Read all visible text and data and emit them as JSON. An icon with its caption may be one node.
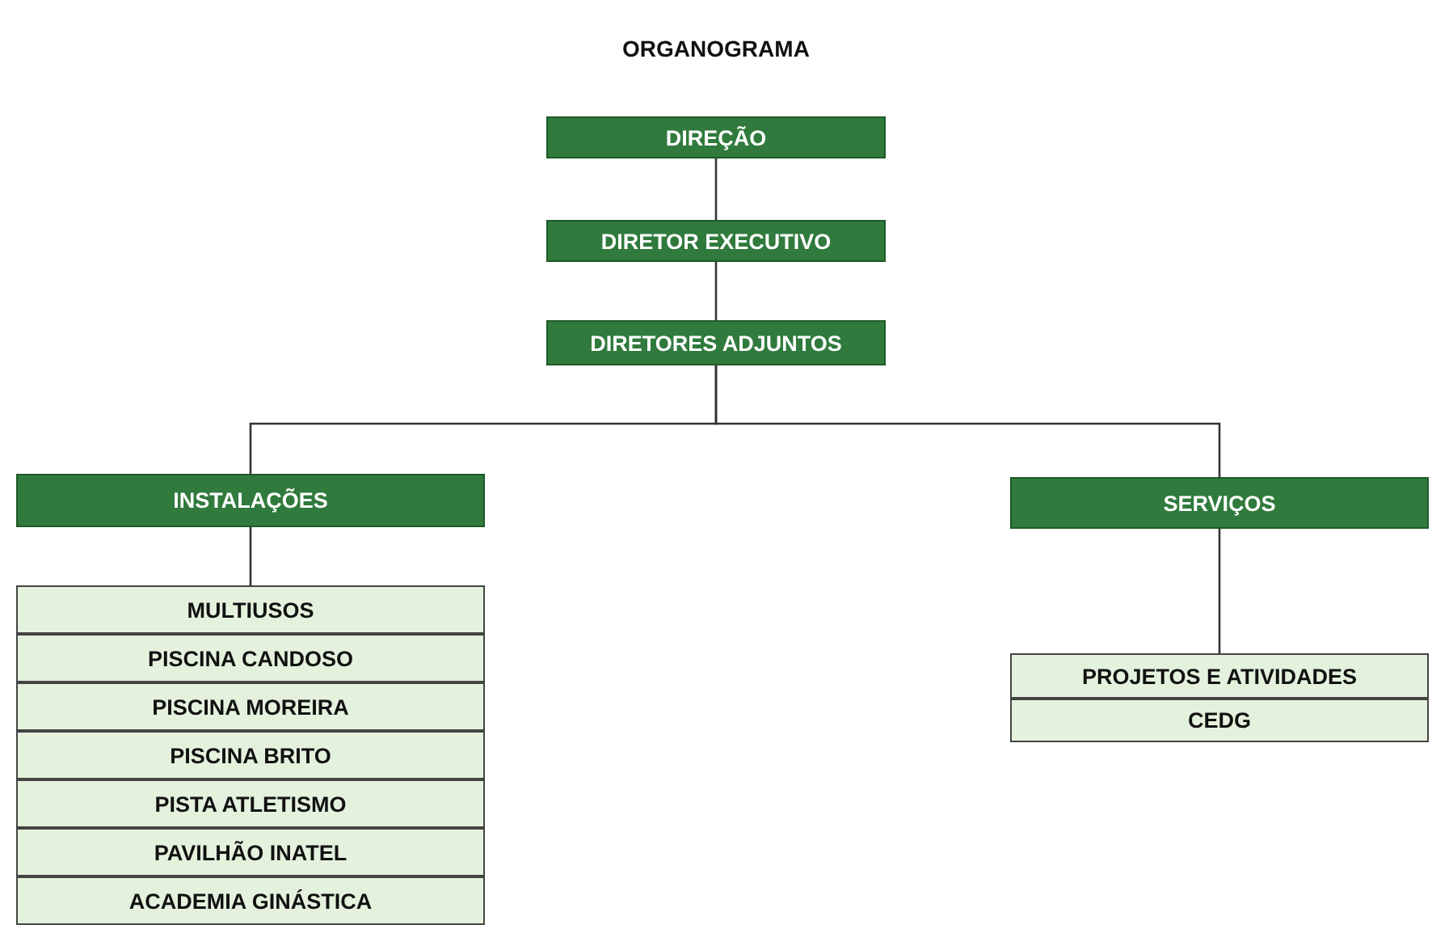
{
  "diagram": {
    "title": "ORGANOGRAMA",
    "nodes": [
      {
        "text": [
          "DIREÇÃO"
        ]
      },
      {
        "text": [
          "DIRETOR EXECUTIVO"
        ]
      },
      {
        "text": [
          "DIRETORES ADJUNTOS"
        ]
      },
      {
        "text": [
          "INSTALAÇÕES"
        ]
      },
      {
        "text": [
          "SERVIÇOS"
        ]
      },
      {
        "text": [
          "MULTIUSOS"
        ]
      },
      {
        "text": [
          "PISCINA CANDOSO"
        ]
      },
      {
        "text": [
          "PISCINA MOREIRA"
        ]
      },
      {
        "text": [
          "PISCINA BRITO"
        ]
      },
      {
        "text": [
          "PISTA ATLETISMO"
        ]
      },
      {
        "text": [
          "PAVILHÃO INATEL"
        ]
      },
      {
        "text": [
          "ACADEMIA GINÁSTICA"
        ]
      },
      {
        "text": [
          "PROJETOS E ATIVIDADES"
        ]
      },
      {
        "text": [
          "CEDG"
        ]
      }
    ],
    "edges": [
      {
        "from": 0,
        "to": 1,
        "arrow": "none"
      },
      {
        "from": 1,
        "to": 2,
        "arrow": "none"
      },
      {
        "from": 2,
        "to": 3,
        "arrow": "none"
      },
      {
        "from": 2,
        "to": 4,
        "arrow": "none"
      },
      {
        "from": 3,
        "to": 5,
        "arrow": "none"
      },
      {
        "from": 4,
        "to": 12,
        "arrow": "none"
      }
    ]
  }
}
